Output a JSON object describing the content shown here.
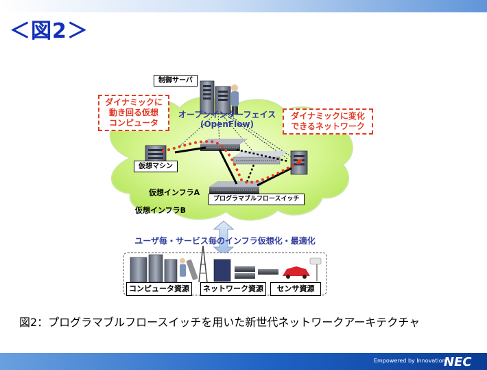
{
  "slide": {
    "title": "＜図2＞",
    "caption": "図2：プログラマブルフロースイッチを用いた新世代ネットワークアーキテクチャ"
  },
  "diagram": {
    "control_server_label": "制御サーバ",
    "openflow_label_line1": "オープンインターフェイス",
    "openflow_label_line2": "(OpenFlow)",
    "callout_left_line1": "ダイナミックに",
    "callout_left_line2": "動き回る仮想",
    "callout_left_line3": "コンピュータ",
    "callout_right_line1": "ダイナミックに変化",
    "callout_right_line2": "できるネットワーク",
    "vm_label": "仮想マシン",
    "infra_a_label": "仮想インフラA",
    "infra_b_label": "仮想インフラB",
    "switch_label": "プログラマブルフロースイッチ",
    "virtualization_label": "ユーザ毎・サービス毎のインフラ仮想化・最適化",
    "resources": [
      "コンピュータ資源",
      "ネットワーク資源",
      "センサ資源"
    ]
  },
  "footer": {
    "tagline": "Empowered by Innovation",
    "logo_text": "NEC"
  },
  "colors": {
    "title_blue": "#1230b8",
    "callout_red": "#e23a24",
    "cloud_green": "#c8f078",
    "label_blue": "#2f3a9c",
    "footer_blue": "#1f63c4"
  }
}
